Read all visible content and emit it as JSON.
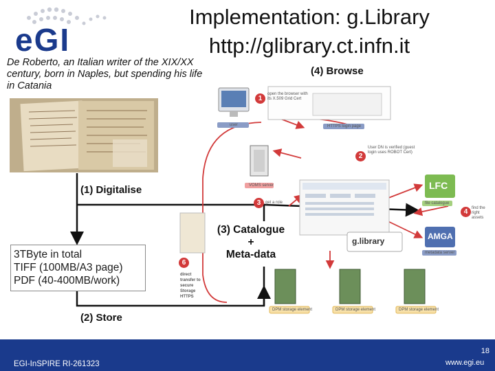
{
  "slide": {
    "logo_text": "eGI",
    "title_line1": "Implementation: g.Library",
    "title_line2": "http://glibrary.ct.infn.it",
    "intro": "De Roberto, an Italian writer of the XIX/XX century, born in Naples, but spending his life in Catania",
    "steps": {
      "browse": "(4) Browse",
      "digitalise": "(1) Digitalise",
      "store": "(2) Store",
      "catalogue_line1": "(3) Catalogue",
      "catalogue_line2": "+",
      "catalogue_line3": "Meta-data"
    },
    "store_box": {
      "line1": "3TByte in total",
      "line2": "TIFF (100MB/A3 page)",
      "line3": "PDF (40-400MB/work)"
    }
  },
  "diagram": {
    "step1_text": "open the browser with its X.509 Grid Cert",
    "step2_text": "User DN is verified (guest login uses ROBOT Cert)",
    "step3_text": "get a role",
    "step4_text": "find the right assets",
    "step6_text": "direct transfer to secure Storage HTTPS",
    "user_label": "user",
    "https_label": "HTTPS login page",
    "voms_label": "VOMS server",
    "lfc_logo": "LFC",
    "lfc_label": "file catalogue",
    "amga_logo": "AMGA",
    "amga_label": "metadata server",
    "glibrary_logo": "g.library",
    "dpm_label": "DPM storage element"
  },
  "footer": {
    "project": "EGI-InSPIRE RI-261323",
    "page": "18",
    "url": "www.egi.eu"
  },
  "colors": {
    "brand_blue": "#1a3a8c",
    "arrow_red": "#d23a3a",
    "flow_dark": "#111111"
  }
}
